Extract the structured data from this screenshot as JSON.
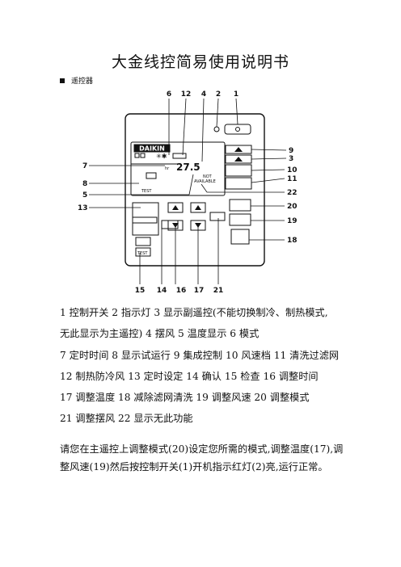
{
  "title": "大金线控简易使用说明书",
  "section_label": "遥控器",
  "figure": {
    "brand": "DAIKIN",
    "lcd_text_not": "NOT",
    "lcd_text_available": "AVAILABLE",
    "lcd_text_test": "TEST",
    "lcd_hr": "hr",
    "button_test": "TEST",
    "callouts_top": [
      "6",
      "12",
      "4",
      "2",
      "1"
    ],
    "callouts_right": [
      "9",
      "3",
      "10",
      "11",
      "22",
      "20",
      "19",
      "18"
    ],
    "callouts_left": [
      "7",
      "8",
      "5",
      "13"
    ],
    "callouts_bottom": [
      "15",
      "14",
      "16",
      "17",
      "21"
    ]
  },
  "legend_lines": [
    "1  控制开关    2  指示灯       3  显示副遥控(不能切换制冷、制热模式,",
    "无此显示为主遥控)            4  摆风       5  温度显示      6  模式",
    "7  定时时间    8 显示试运行 9 集成控制 10 风速档        11 清洗过滤网",
    "12 制热防冷风  13 定时设定 14 确认        15 检查          16 调整时间",
    "17 调整温度     18  减除滤网清洗             19 调整风速  20 调整模式",
    "21 调整摆风      22 显示无此功能"
  ],
  "instruction": "请您在主遥控上调整模式(20)设定您所需的模式,调整温度(17),调整风速(19)然后按控制开关(1)开机指示红灯(2)亮,运行正常。"
}
